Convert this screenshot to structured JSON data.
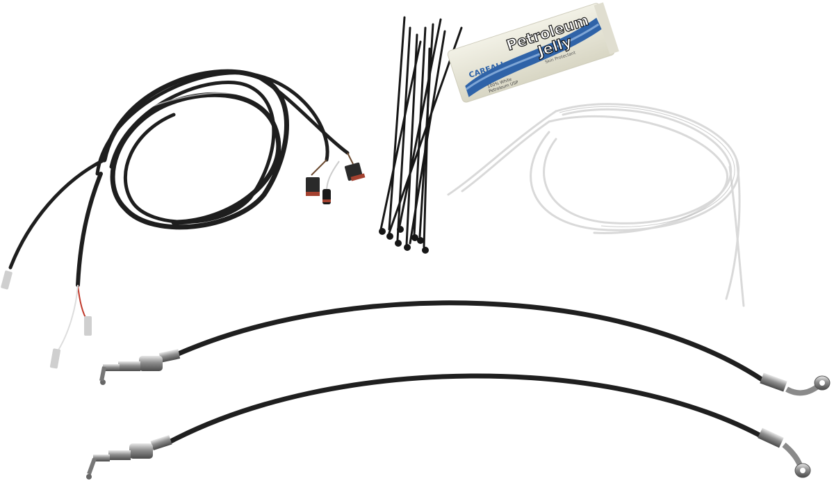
{
  "image": {
    "description": "Product photo of a motorcycle handlebar installation kit",
    "background_color": "#ffffff"
  },
  "items": [
    {
      "id": "wiring-harness",
      "label": "Black wiring harness extension with connectors"
    },
    {
      "id": "cable-ties",
      "label": "Black cable ties bundle"
    },
    {
      "id": "petroleum-jelly",
      "label": "Petroleum jelly tube"
    },
    {
      "id": "braided-cords",
      "label": "White braided pull cords"
    },
    {
      "id": "brake-line-top",
      "label": "Stainless braided brake line (upper)"
    },
    {
      "id": "brake-line-bottom",
      "label": "Stainless braided brake line (lower)"
    }
  ],
  "tube": {
    "brand": "CAREALL",
    "title_line1": "Petroleum",
    "title_line2": "Jelly",
    "subtitle": "Skin Protectant",
    "footnote_line1": "100% White",
    "footnote_line2": "Petroleum USP"
  },
  "colors": {
    "cable": "#1e1e1e",
    "tube_body": "#e9e7d8",
    "tube_stripe": "#2f63a8",
    "tube_stripe_light": "#7fa6d6",
    "chrome": "#9a9a9a",
    "cord": "#d9d9d9",
    "wire_red": "#c0392b",
    "connector_red": "#a4412f"
  }
}
